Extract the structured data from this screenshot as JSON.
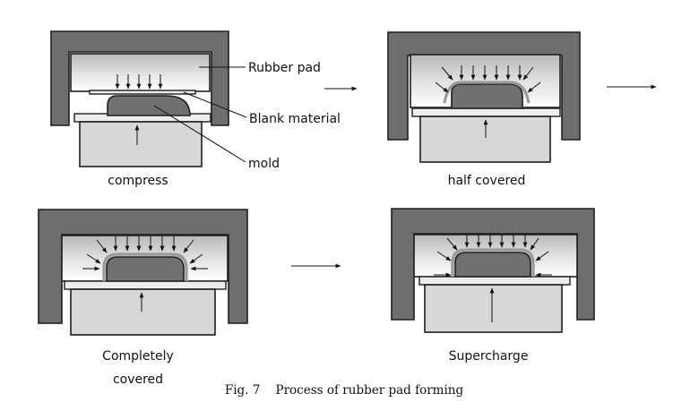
{
  "diagram": {
    "labels": {
      "rubber_pad": "Rubber pad",
      "blank_material": "Blank material",
      "mold": "mold"
    },
    "stages": [
      {
        "caption": "compress"
      },
      {
        "caption": "half covered"
      },
      {
        "caption_line1": "Completely",
        "caption_line2": "covered"
      },
      {
        "caption": "Supercharge"
      }
    ],
    "figure_caption": "Fig. 7    Process of rubber pad forming"
  }
}
